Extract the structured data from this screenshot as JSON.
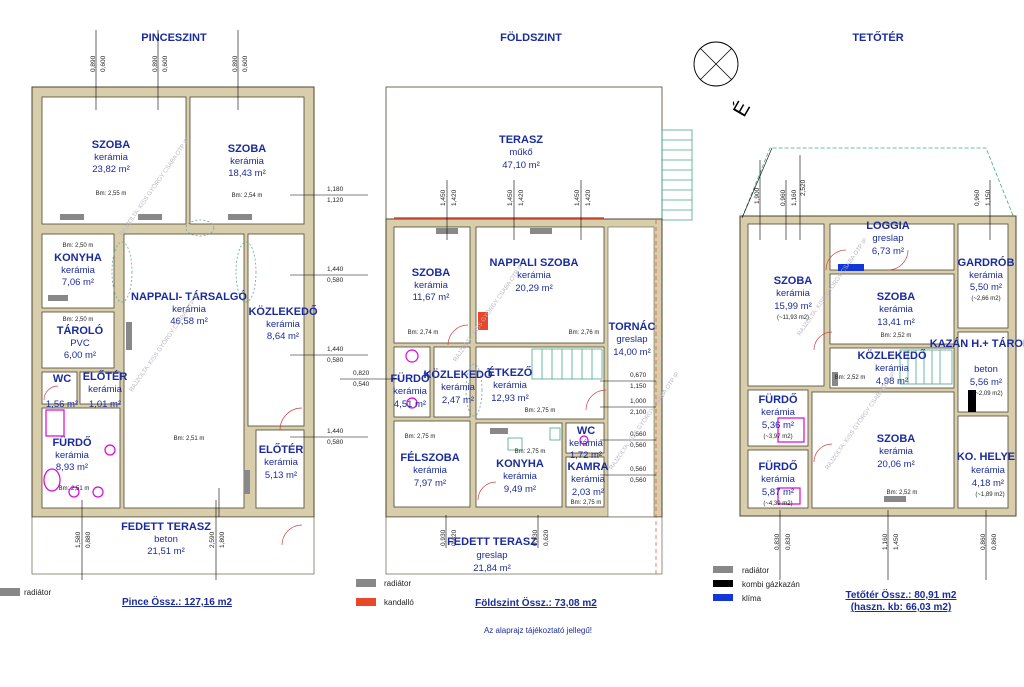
{
  "floors": {
    "basement": "PINCESZINT",
    "ground": "FÖLDSZINT",
    "attic": "TETŐTÉR"
  },
  "basement_rooms": [
    {
      "name": "SZOBA",
      "material": "kerámia",
      "area": "23,82 m²",
      "bm": "Bm: 2,55 m"
    },
    {
      "name": "SZOBA",
      "material": "kerámia",
      "area": "18,43 m²",
      "bm": "Bm: 2,54 m"
    },
    {
      "name": "KONYHA",
      "material": "kerámia",
      "area": "7,06 m²",
      "bm": "Bm: 2,50 m"
    },
    {
      "name": "NAPPALI- TÁRSALGÓ",
      "material": "kerámia",
      "area": "46,58 m²",
      "bm": "Bm: 2,51 m"
    },
    {
      "name": "KÖZLEKEDŐ",
      "material": "kerámia",
      "area": "8,64 m²",
      "bm": ""
    },
    {
      "name": "TÁROLÓ",
      "material": "PVC",
      "area": "6,00 m²",
      "bm": "Bm: 2,50 m"
    },
    {
      "name": "WC",
      "material": "",
      "area": "1,56 m²",
      "bm": ""
    },
    {
      "name": "ELŐTÉR",
      "material": "kerámia",
      "area": "1,01 m²",
      "bm": ""
    },
    {
      "name": "FÜRDŐ",
      "material": "kerámia",
      "area": "8,93 m²",
      "bm": "Bm: 2,51 m"
    },
    {
      "name": "ELŐTÉR",
      "material": "kerámia",
      "area": "5,13 m²",
      "bm": ""
    },
    {
      "name": "FEDETT TERASZ",
      "material": "beton",
      "area": "21,51 m²",
      "bm": ""
    }
  ],
  "ground_rooms": [
    {
      "name": "TERASZ",
      "material": "műkő",
      "area": "47,10 m²",
      "bm": ""
    },
    {
      "name": "SZOBA",
      "material": "kerámia",
      "area": "11,67 m²",
      "bm": "Bm: 2,74 m"
    },
    {
      "name": "NAPPALI SZOBA",
      "material": "kerámia",
      "area": "20,29 m²",
      "bm": "Bm: 2,76 m"
    },
    {
      "name": "TORNÁC",
      "material": "greslap",
      "area": "14,00 m²",
      "bm": ""
    },
    {
      "name": "FÜRDŐ",
      "material": "kerámia",
      "area": "4,51 m²",
      "bm": ""
    },
    {
      "name": "KÖZLEKEDŐ",
      "material": "kerámia",
      "area": "2,47 m²",
      "bm": ""
    },
    {
      "name": "ÉTKEZŐ",
      "material": "kerámia",
      "area": "12,93 m²",
      "bm": "Bm: 2,75 m"
    },
    {
      "name": "WC",
      "material": "kerámia",
      "area": "1,72 m²",
      "bm": ""
    },
    {
      "name": "FÉLSZOBA",
      "material": "kerámia",
      "area": "7,97 m²",
      "bm": "Bm: 2,75 m"
    },
    {
      "name": "KONYHA",
      "material": "kerámia",
      "area": "9,49 m²",
      "bm": "Bm: 2,75 m"
    },
    {
      "name": "KAMRA",
      "material": "kerámia",
      "area": "2,03 m²",
      "bm": "Bm: 2,75 m"
    },
    {
      "name": "FEDETT TERASZ",
      "material": "greslap",
      "area": "21,84 m²",
      "bm": ""
    }
  ],
  "attic_rooms": [
    {
      "name": "LOGGIA",
      "material": "greslap",
      "area": "6,73 m²",
      "bm": ""
    },
    {
      "name": "GARDRÓB",
      "material": "kerámia",
      "area": "5,50 m²",
      "bm": "(~2,66 m2)"
    },
    {
      "name": "SZOBA",
      "material": "kerámia",
      "area": "15,99 m²",
      "bm": "(~11,93 m2)"
    },
    {
      "name": "SZOBA",
      "material": "kerámia",
      "area": "13,41 m²",
      "bm": "Bm: 2,52 m"
    },
    {
      "name": "KÖZLEKEDŐ",
      "material": "kerámia",
      "area": "4,98 m²",
      "bm": "Bm: 2,52 m"
    },
    {
      "name": "KAZÁN H.+ TÁROLÓ",
      "material": "beton",
      "area": "5,56 m²",
      "bm": "(~2,09 m2)"
    },
    {
      "name": "FÜRDŐ",
      "material": "kerámia",
      "area": "5,36 m²",
      "bm": "(~3,97 m2)"
    },
    {
      "name": "SZOBA",
      "material": "kerámia",
      "area": "20,06 m²",
      "bm": "Bm: 2,52 m"
    },
    {
      "name": "FÜRDŐ",
      "material": "kerámia",
      "area": "5,87 m²",
      "bm": "(~4,39 m2)"
    },
    {
      "name": "KO. HELYE",
      "material": "kerámia",
      "area": "4,18 m²",
      "bm": "(~1,89 m2)"
    }
  ],
  "totals": {
    "basement": "Pince Össz.: 127,16 m2",
    "ground": "Földszint Össz.: 73,08 m2",
    "attic_line1": "Tetőtér Össz.: 80,91 m2",
    "attic_line2": "(haszn. kb: 66,03 m2)"
  },
  "note": "Az alaprajz tájékoztató jellegű!",
  "legend": {
    "radiator": "radiátor",
    "fireplace": "kandalló",
    "boiler": "kombi gázkazán",
    "ac": "klíma",
    "colors": {
      "radiator": "#888888",
      "fireplace": "#e8472a",
      "boiler": "#000000",
      "ac": "#1236d8"
    }
  },
  "watermark": "RAJZOLTA: KISS GYÖRGY CSABA OTP IP",
  "north_mark": "É",
  "dims": {
    "basement_top": [
      "0,890",
      "0,600",
      "0,890",
      "0,600",
      "0,890",
      "0,600"
    ],
    "basement_right": [
      "1,180",
      "1,120",
      "1,440",
      "0,580",
      "1,440",
      "0,580",
      "1,440",
      "0,580"
    ],
    "basement_bottom": [
      "1,580",
      "0,880",
      "2,590",
      "1,800"
    ],
    "ground_left": [
      "0,820",
      "0,540"
    ],
    "ground_top": [
      "1,450",
      "1,420",
      "1,450",
      "1,420",
      "1,450",
      "1,420"
    ],
    "ground_right": [
      "0,670",
      "1,150",
      "1,000",
      "2,100",
      "0,560",
      "0,560",
      "0,560",
      "0,560"
    ],
    "ground_bottom": [
      "0,930",
      "0,620",
      "0,930",
      "0,620"
    ],
    "attic_top": [
      "1,900",
      "0,960",
      "1,160",
      "2,520",
      "0,960",
      "1,150"
    ],
    "attic_bottom": [
      "0,830",
      "0,830",
      "1,160",
      "1,450",
      "0,860",
      "0,860"
    ]
  }
}
